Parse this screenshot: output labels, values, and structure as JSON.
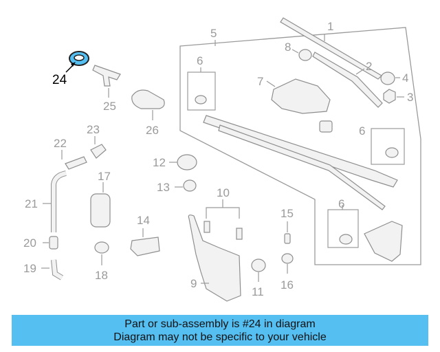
{
  "diagram": {
    "callouts": [
      {
        "id": "1",
        "label": "1"
      },
      {
        "id": "2",
        "label": "2"
      },
      {
        "id": "3",
        "label": "3"
      },
      {
        "id": "4",
        "label": "4"
      },
      {
        "id": "5",
        "label": "5"
      },
      {
        "id": "6a",
        "label": "6"
      },
      {
        "id": "6b",
        "label": "6"
      },
      {
        "id": "6c",
        "label": "6"
      },
      {
        "id": "7",
        "label": "7"
      },
      {
        "id": "8",
        "label": "8"
      },
      {
        "id": "9",
        "label": "9"
      },
      {
        "id": "10",
        "label": "10"
      },
      {
        "id": "11",
        "label": "11"
      },
      {
        "id": "12",
        "label": "12"
      },
      {
        "id": "13",
        "label": "13"
      },
      {
        "id": "14",
        "label": "14"
      },
      {
        "id": "15",
        "label": "15"
      },
      {
        "id": "16",
        "label": "16"
      },
      {
        "id": "17",
        "label": "17"
      },
      {
        "id": "18",
        "label": "18"
      },
      {
        "id": "19",
        "label": "19"
      },
      {
        "id": "20",
        "label": "20"
      },
      {
        "id": "21",
        "label": "21"
      },
      {
        "id": "22",
        "label": "22"
      },
      {
        "id": "23",
        "label": "23"
      },
      {
        "id": "24",
        "label": "24"
      },
      {
        "id": "25",
        "label": "25"
      },
      {
        "id": "26",
        "label": "26"
      }
    ],
    "highlight_color": "#55bff2"
  },
  "banner": {
    "line1": "Part or sub-assembly is #24 in diagram",
    "line2": "Diagram may not be specific to your vehicle",
    "background": "#55bff2"
  }
}
